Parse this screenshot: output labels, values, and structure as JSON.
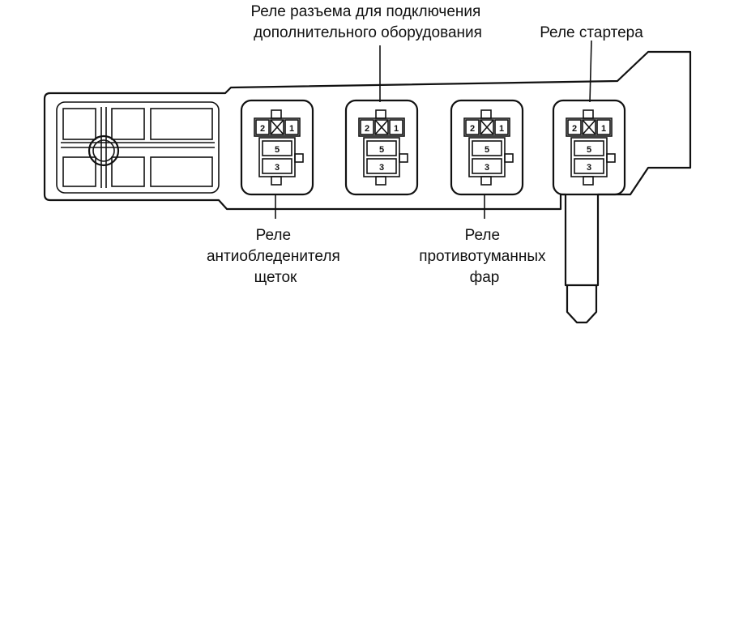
{
  "labels": {
    "accessory_relay": [
      "Реле разъема для подключения",
      "дополнительного оборудования"
    ],
    "starter_relay": [
      "Реле стартера"
    ],
    "wiper_deicer_relay": [
      "Реле",
      "антиобледенителя",
      "щеток"
    ],
    "fog_lamp_relay": [
      "Реле",
      "противотуманных",
      "фар"
    ]
  },
  "relays": [
    {
      "pins": [
        "2",
        "1",
        "5",
        "3"
      ]
    },
    {
      "pins": [
        "2",
        "1",
        "5",
        "3"
      ]
    },
    {
      "pins": [
        "2",
        "1",
        "5",
        "3"
      ]
    },
    {
      "pins": [
        "2",
        "1",
        "5",
        "3"
      ]
    }
  ],
  "colors": {
    "line": "#111111",
    "background": "#ffffff"
  }
}
